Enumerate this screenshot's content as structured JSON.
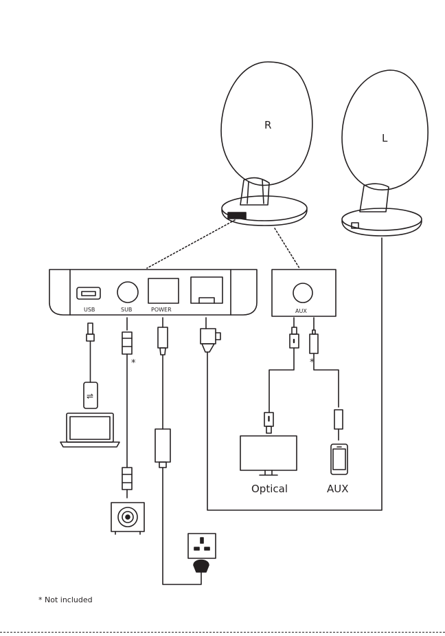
{
  "speakers": {
    "right_label": "R",
    "left_label": "L"
  },
  "ports": {
    "usb": "USB",
    "sub": "SUB",
    "power": "POWER",
    "aux": "AUX"
  },
  "marks": {
    "not_included_mark": "*"
  },
  "devices": {
    "optical_label": "Optical",
    "aux_label": "AUX"
  },
  "footnote": {
    "mark": "*",
    "text": "Not included"
  },
  "colors": {
    "line": "#231f20",
    "background": "#ffffff"
  }
}
